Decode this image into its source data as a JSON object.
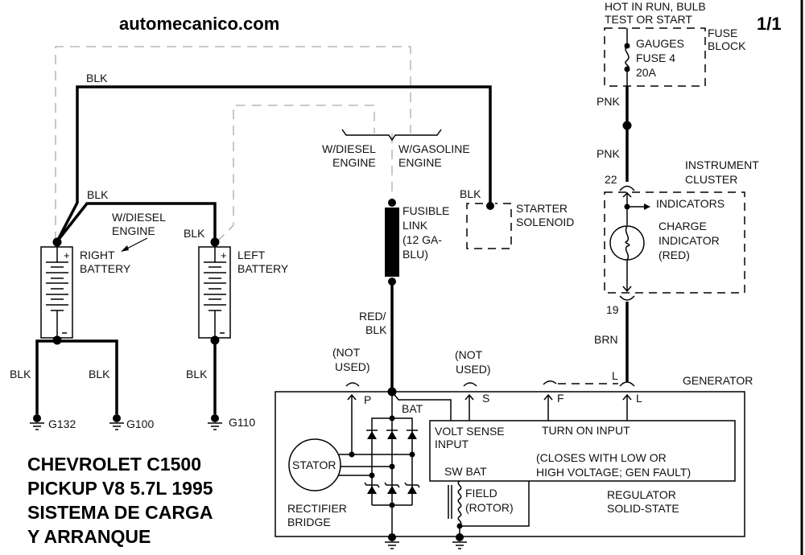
{
  "header": {
    "site": "automecanico.com",
    "page_number": "1/1"
  },
  "title_block": {
    "lines": [
      "CHEVROLET C1500",
      "PICKUP V8 5.7L 1995",
      "SISTEMA DE CARGA",
      "Y ARRANQUE"
    ]
  },
  "wires": {
    "blk_top": "BLK",
    "blk_mid": "BLK",
    "blk_left_batt": "BLK",
    "blk_starter": "BLK",
    "blk_g132": "BLK",
    "blk_g100": "BLK",
    "blk_g110": "BLK",
    "red_blk_1": "RED/",
    "red_blk_2": "BLK",
    "pnk_1": "PNK",
    "pnk_2": "PNK",
    "brn": "BRN"
  },
  "options": {
    "diesel_1": "W/DIESEL",
    "diesel_2": "ENGINE",
    "gasoline_1": "W/GASOLINE",
    "gasoline_2": "ENGINE",
    "diesel_batt_1": "W/DIESEL",
    "diesel_batt_2": "ENGINE"
  },
  "components": {
    "right_battery": [
      "RIGHT",
      "BATTERY"
    ],
    "left_battery": [
      "LEFT",
      "BATTERY"
    ],
    "fusible_link": [
      "FUSIBLE",
      "LINK",
      "(12 GA-",
      "BLU)"
    ],
    "starter_solenoid": [
      "STARTER",
      "SOLENOID"
    ],
    "hot_in_run": [
      "HOT IN RUN, BULB",
      "TEST OR START"
    ],
    "fuse_block": [
      "FUSE",
      "BLOCK"
    ],
    "gauges_fuse": [
      "GAUGES",
      "FUSE 4",
      "20A"
    ],
    "instrument_cluster": [
      "INSTRUMENT",
      "CLUSTER"
    ],
    "indicators": "INDICATORS",
    "charge_indicator": [
      "CHARGE",
      "INDICATOR",
      "(RED)"
    ],
    "generator": "GENERATOR",
    "stator": "STATOR",
    "rectifier_bridge": [
      "RECTIFIER",
      "BRIDGE"
    ],
    "volt_sense": [
      "VOLT SENSE",
      "INPUT"
    ],
    "turn_on_input": "TURN ON INPUT",
    "closes_note": [
      "(CLOSES WITH LOW OR",
      "HIGH VOLTAGE; GEN FAULT)"
    ],
    "sw_bat": "SW BAT",
    "field_rotor": [
      "FIELD",
      "(ROTOR)"
    ],
    "regulator": [
      "REGULATOR",
      "SOLID-STATE"
    ],
    "bat_terminal": "BAT",
    "not_used_p": [
      "(NOT",
      "USED)"
    ],
    "not_used_s": [
      "(NOT",
      "USED)"
    ],
    "term_p": "P",
    "term_s": "S",
    "term_f": "F",
    "term_l": "L",
    "term_l_conn": "L"
  },
  "pins": {
    "pin_22": "22",
    "pin_19": "19"
  },
  "grounds": {
    "g132": "G132",
    "g100": "G100",
    "g110": "G110"
  }
}
